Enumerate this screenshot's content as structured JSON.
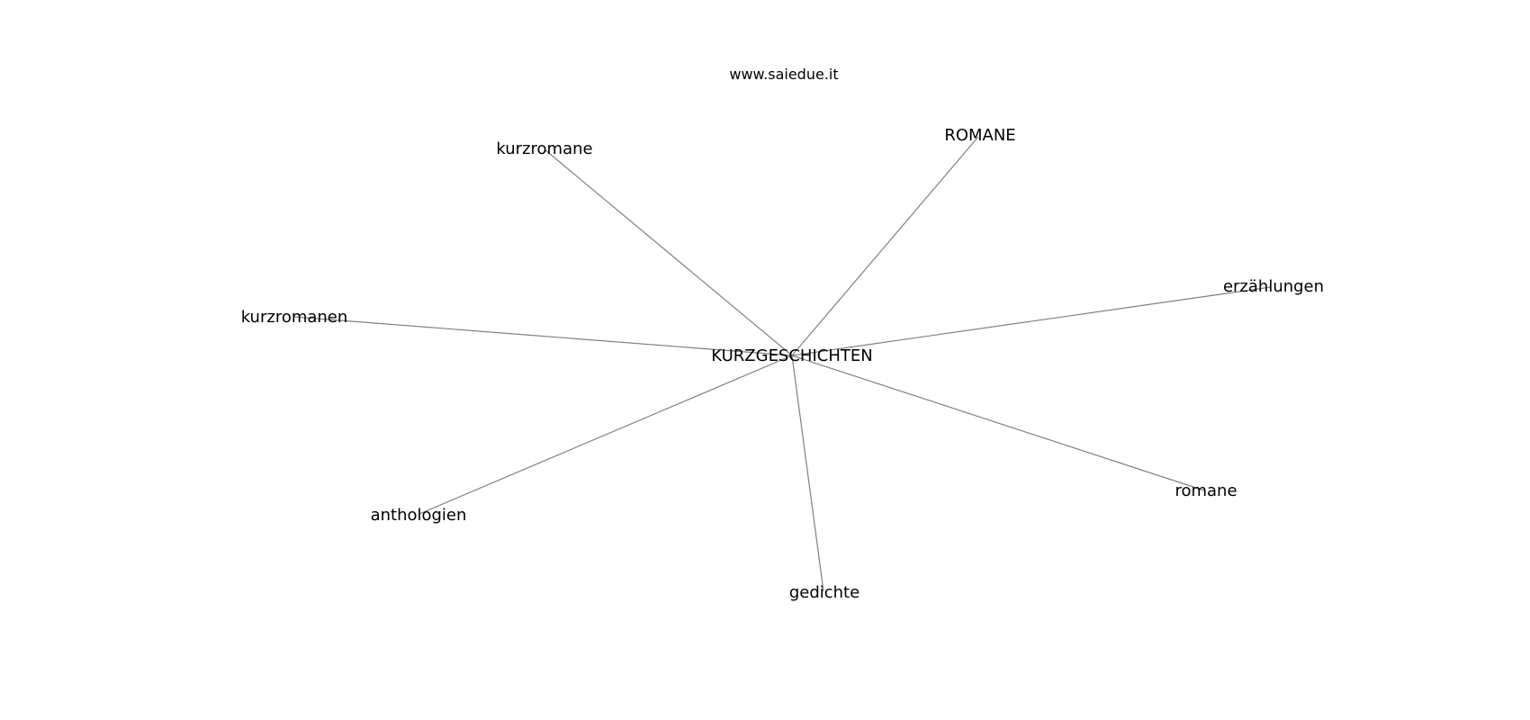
{
  "diagram": {
    "type": "radial-word-graph",
    "source_label": "www.saiedue.it",
    "center": {
      "label": "KURZGESCHICHTEN"
    },
    "nodes": [
      {
        "id": "kurzromane",
        "label": "kurzromane"
      },
      {
        "id": "romane-upper",
        "label": "ROMANE"
      },
      {
        "id": "erzaehlungen",
        "label": "erzählungen"
      },
      {
        "id": "kurzromanen",
        "label": "kurzromanen"
      },
      {
        "id": "romane",
        "label": "romane"
      },
      {
        "id": "anthologien",
        "label": "anthologien"
      },
      {
        "id": "gedichte",
        "label": "gedichte"
      }
    ],
    "edge_color": "#808080",
    "text_color": "#000000"
  }
}
